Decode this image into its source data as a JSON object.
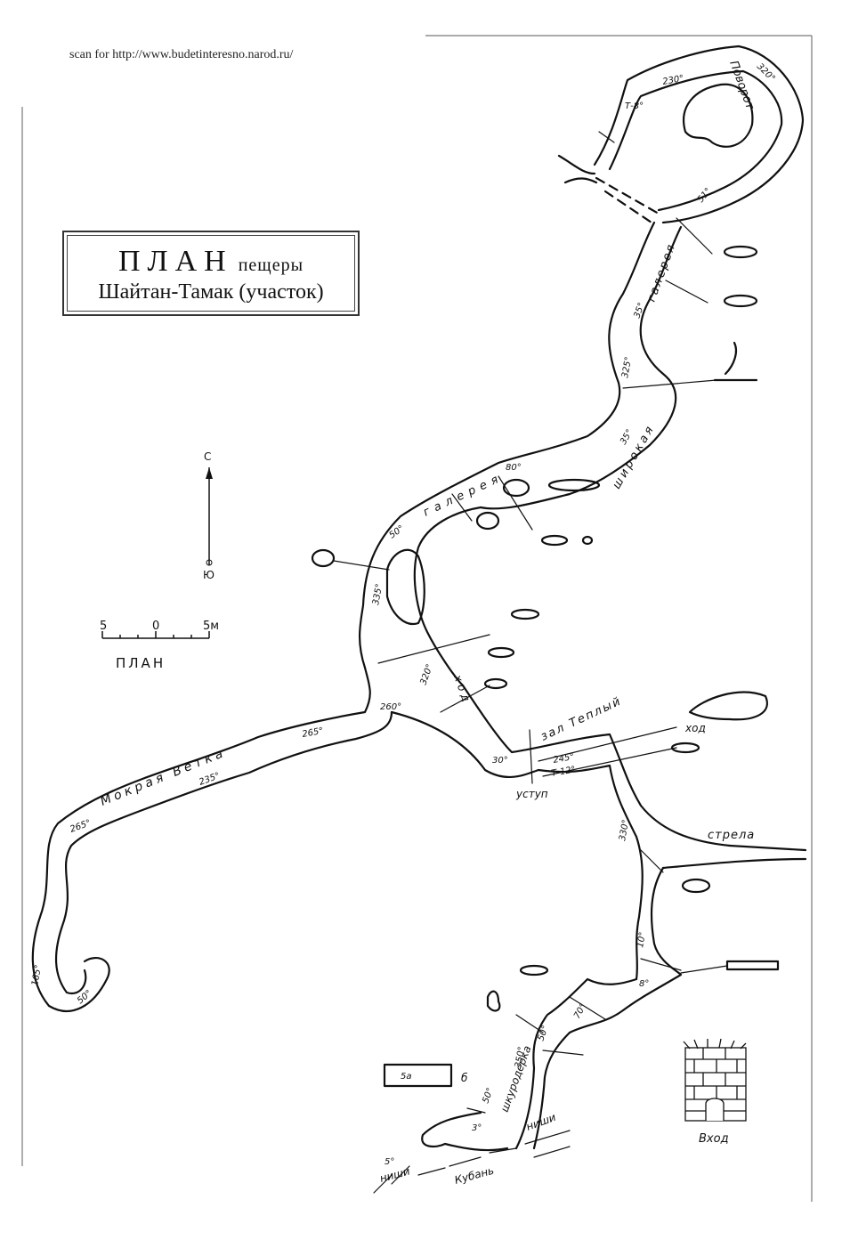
{
  "scan_credit": "scan for http://www.budetinteresno.narod.ru/",
  "title": {
    "word1": "ПЛАН",
    "word2": "пещеры",
    "subtitle": "Шайтан-Тамак (участок)"
  },
  "compass": {
    "north": "С",
    "south": "Ю"
  },
  "scale_bar": {
    "left": "5",
    "mid": "0",
    "right": "5м",
    "caption": "ПЛАН"
  },
  "labels": {
    "povorot": "Поворот",
    "galereya_top": "галерея",
    "shirokaya": "широкая",
    "galereya_mid": "галерея",
    "mokraya_vetka": "Мокрая Ветка",
    "zal_teply": "зал Теплый",
    "khod_small": "ход",
    "khod_vert": "ход",
    "ustup": "уступ",
    "strela": "стрела",
    "shkuroderka": "шкуродерка",
    "nishi_right": "ниши",
    "nishi_left": "ниши",
    "kuban": "Кубань",
    "vkhod": "Вход"
  },
  "bearings": {
    "b230": "230°",
    "b320": "320°",
    "bT8": "Т-8°",
    "b51": "51°",
    "b35a": "35°",
    "b325": "325°",
    "b35b": "35°",
    "b80": "80°",
    "b50a": "50°",
    "b335": "335°",
    "b320b": "320°",
    "b260": "260°",
    "b265a": "265°",
    "b235": "235°",
    "b265b": "265°",
    "b165": "165°",
    "b50b": "50°",
    "b30": "30°",
    "b245": "245°",
    "bT12": "Т-12°",
    "b330": "330°",
    "b10": "10°",
    "b8": "8°",
    "b70": "70°",
    "b50c": "50°",
    "b350": "350°",
    "b50d": "50°",
    "b5": "5°",
    "b3": "3°",
    "b6": "б",
    "b5a": "5а"
  }
}
